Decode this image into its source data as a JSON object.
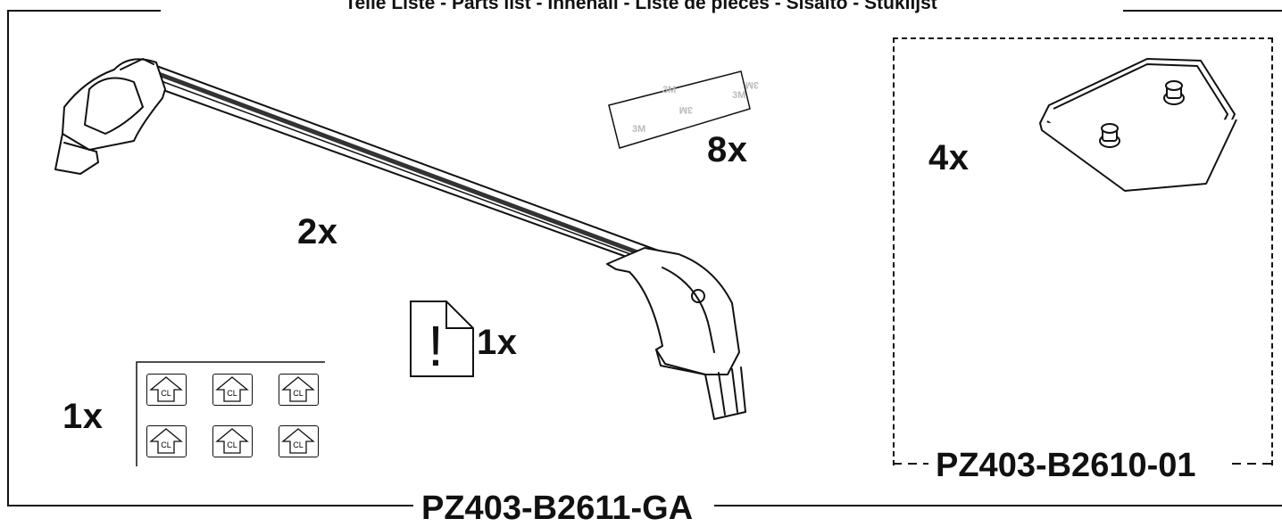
{
  "header": {
    "title": "Teile Liste - Parts list - Innehåll - Liste de pièces - Sisältö - Stuklijst"
  },
  "parts": {
    "crossbar": {
      "quantity": "2x",
      "icon": "roof-rack-crossbar-icon"
    },
    "adhesive_pads": {
      "quantity": "8x",
      "icon": "adhesive-pad-icon",
      "print": "3M"
    },
    "instruction_manual": {
      "quantity": "1x",
      "icon": "instruction-document-icon",
      "symbol": "!"
    },
    "sticker_sheet": {
      "quantity": "1x",
      "icon": "sticker-sheet-icon",
      "sticker_text": "CL"
    },
    "base_pads": {
      "quantity": "4x",
      "icon": "base-pad-icon"
    }
  },
  "sub_kit": {
    "code": "PZ403-B2610-01"
  },
  "footer": {
    "code": "PZ403-B2611-GA"
  }
}
